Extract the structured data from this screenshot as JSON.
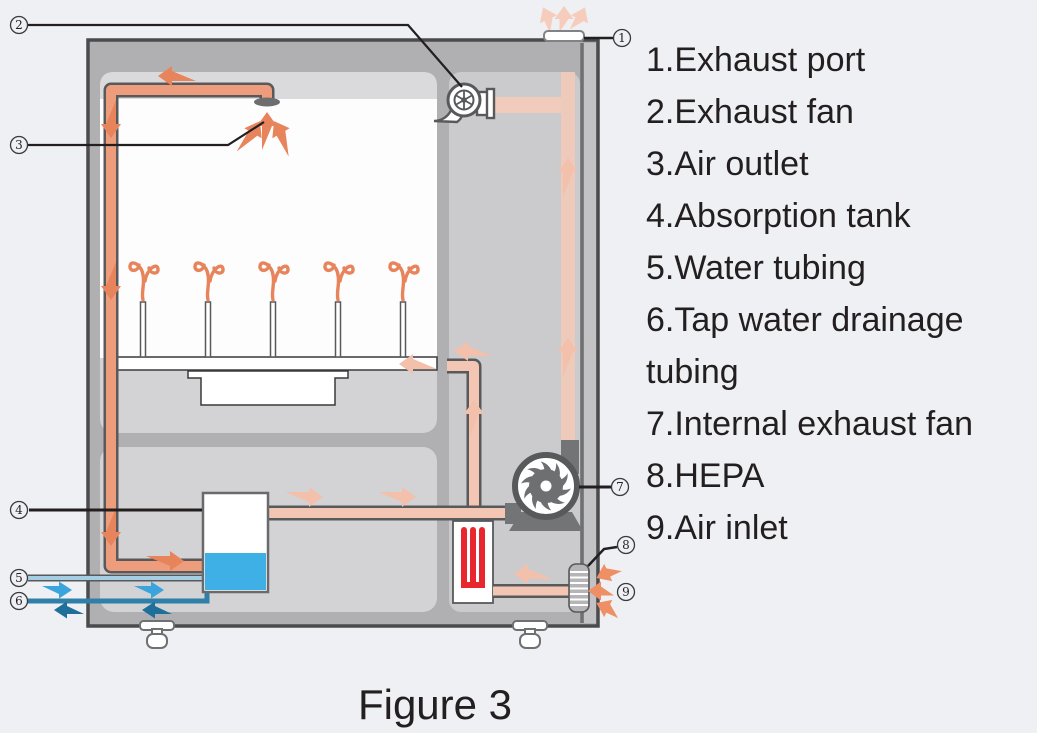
{
  "figure_caption": "Figure 3",
  "legend": {
    "items": [
      "1.Exhaust port",
      "2.Exhaust fan",
      "3.Air outlet",
      "4.Absorption tank",
      "5.Water tubing",
      "6.Tap water drainage tubing",
      "7.Internal exhaust fan",
      "8.HEPA",
      "9.Air inlet"
    ]
  },
  "callouts": [
    "1",
    "2",
    "3",
    "4",
    "5",
    "6",
    "7",
    "8",
    "9"
  ],
  "colors": {
    "background": "#eef0f3",
    "cabinet_gray": "#b0b0b2",
    "cabinet_border": "#4a4b4d",
    "chamber_white": "#fdfdfe",
    "chamber_band": "#dadadc",
    "compartment_gray": "#d3d3d5",
    "channel_gray": "#cbcbcd",
    "pipe_loop_orange": "#ee9d7c",
    "pipe_light_salmon": "#f3c6b3",
    "arrow_strong_orange": "#e8845c",
    "arrow_light_salmon": "#f3c0ac",
    "tank_water_blue": "#3fb0e6",
    "supply_arrow_blue": "#3ba4dd",
    "drain_blue": "#2f7fa8",
    "drain_arrow_blue": "#1f6f9b",
    "heater_red": "#e8262d",
    "dark_part_gray": "#737476",
    "text_black": "#231f20"
  }
}
